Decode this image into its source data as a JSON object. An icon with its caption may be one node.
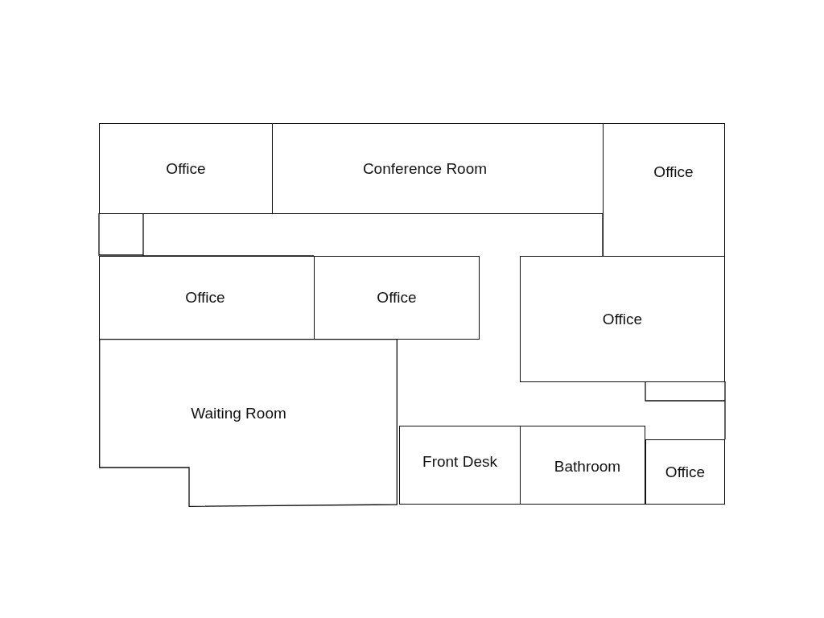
{
  "diagram": {
    "nodes": [
      {
        "text": [
          "Office"
        ]
      },
      {
        "text": [
          "Conference Room"
        ]
      },
      {
        "text": [
          "Office"
        ]
      },
      {
        "text": [
          "Office"
        ]
      },
      {
        "text": [
          "Office"
        ]
      },
      {
        "text": [
          "Office"
        ]
      },
      {
        "text": [
          "Waiting Room"
        ]
      },
      {
        "text": [
          "Front Desk"
        ]
      },
      {
        "text": [
          "Bathroom"
        ]
      },
      {
        "text": [
          "Office"
        ]
      }
    ]
  }
}
